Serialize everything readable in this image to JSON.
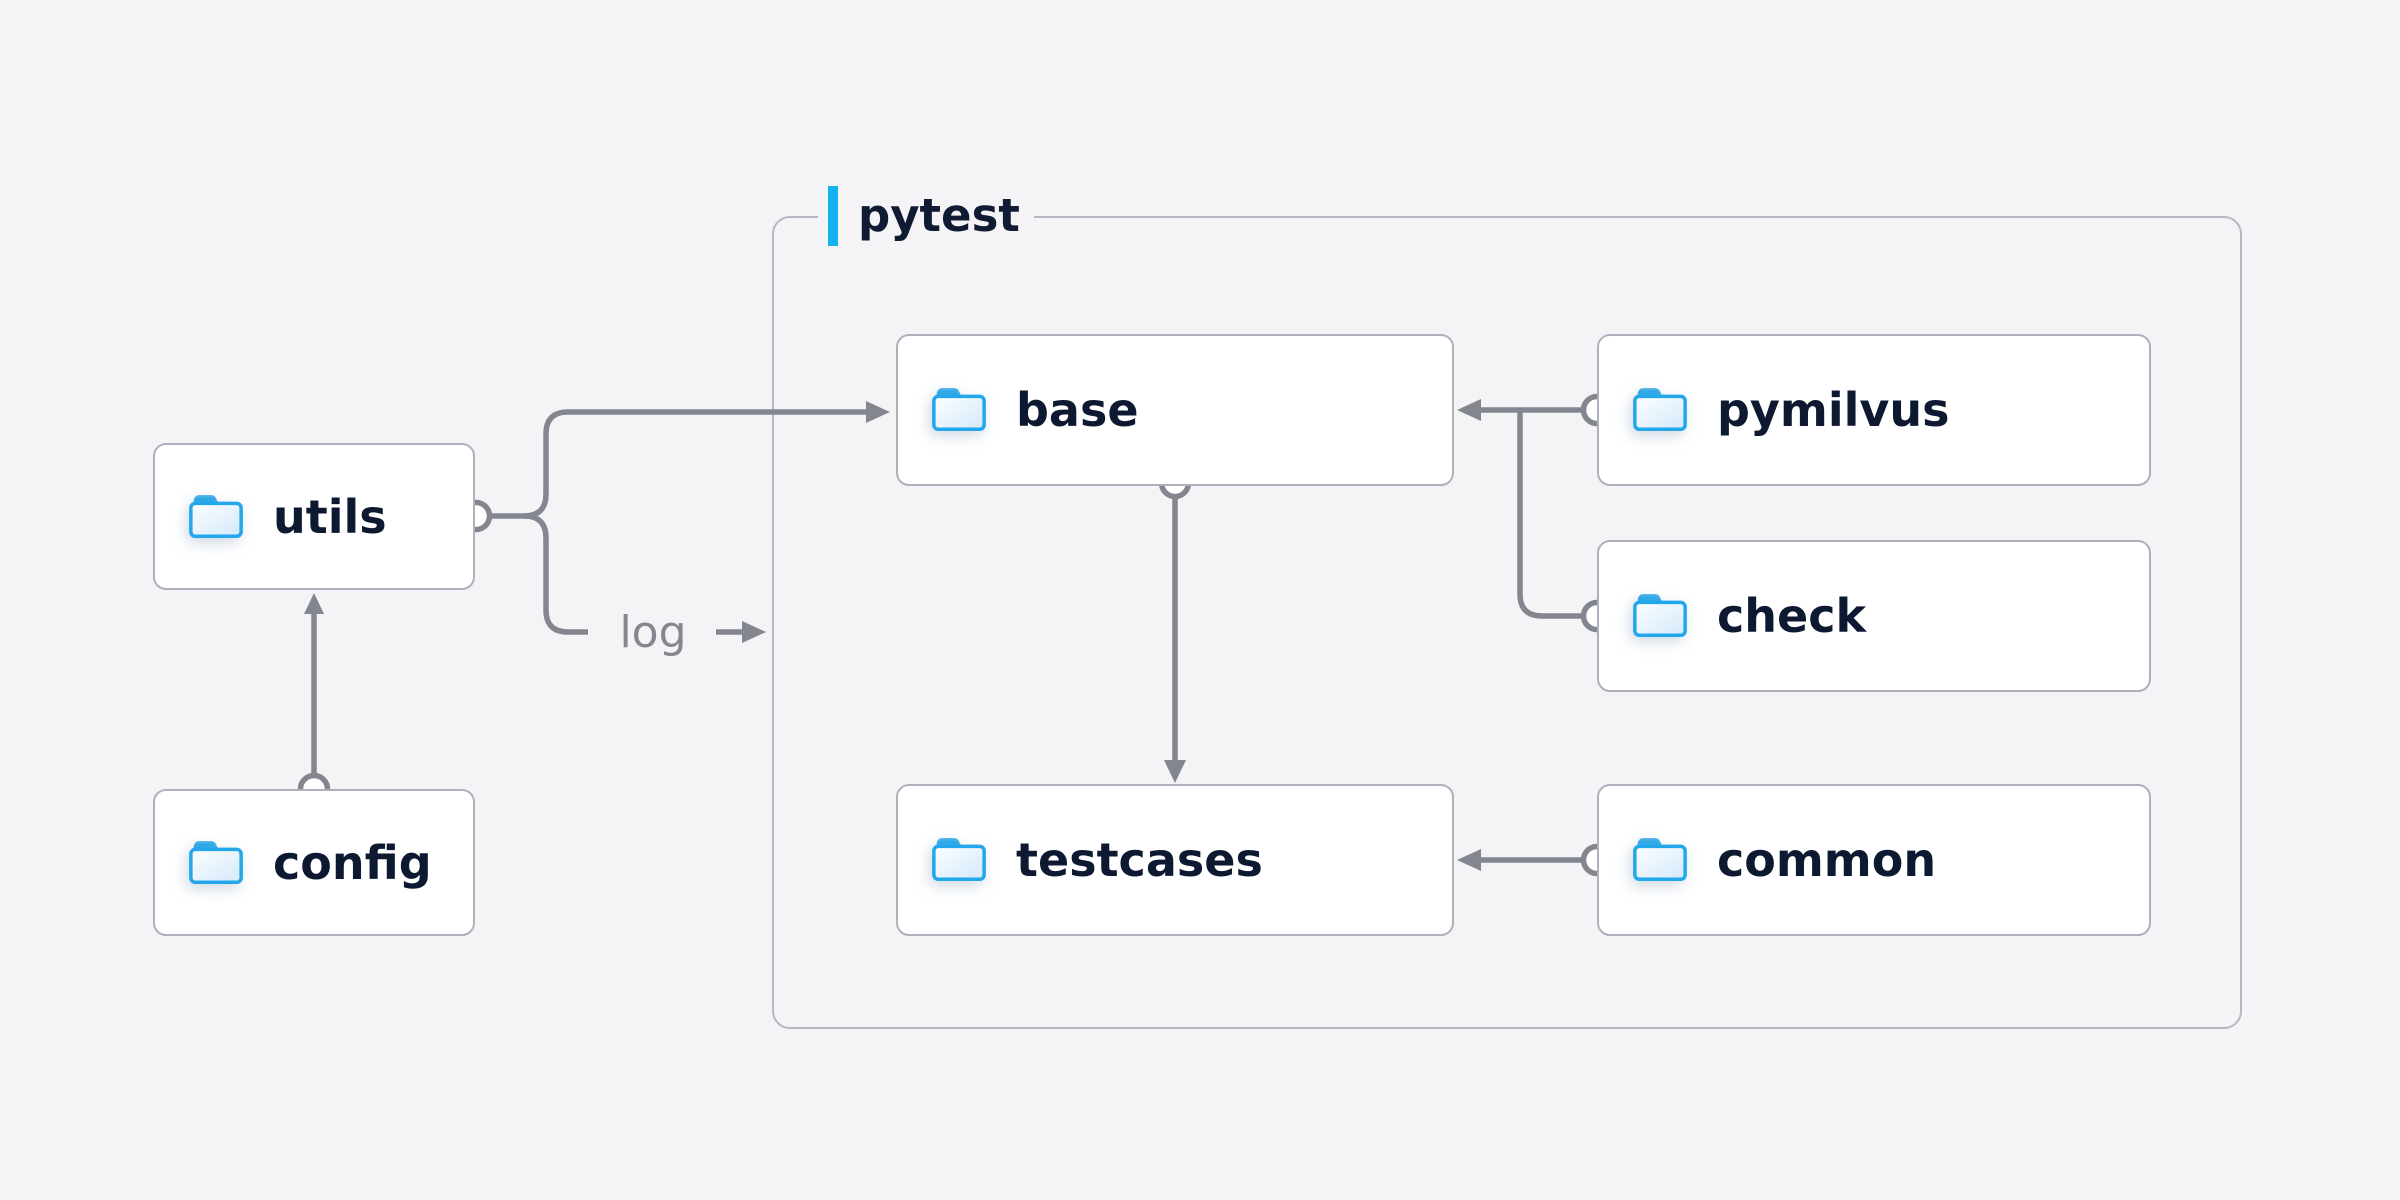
{
  "diagram": {
    "background": "#f4f4f6",
    "colors": {
      "accent_blue": "#15b2f2",
      "line_gray": "#83868f",
      "node_border": "#aeb1bd",
      "group_border": "#b5b8c3",
      "text_dark": "#0d1831",
      "folder_blue": "#22a7ea"
    },
    "container": {
      "label": "pytest"
    },
    "nodes": {
      "utils": {
        "label": "utils"
      },
      "config": {
        "label": "config"
      },
      "base": {
        "label": "base"
      },
      "pymilvus": {
        "label": "pymilvus"
      },
      "check": {
        "label": "check"
      },
      "testcases": {
        "label": "testcases"
      },
      "common": {
        "label": "common"
      }
    },
    "edge_labels": {
      "log": "log"
    },
    "edges": [
      {
        "from": "config",
        "to": "utils"
      },
      {
        "from": "utils",
        "to": "base"
      },
      {
        "from": "utils",
        "to": "log",
        "label": "log"
      },
      {
        "from": "pymilvus",
        "to": "base"
      },
      {
        "from": "check",
        "to": "base"
      },
      {
        "from": "base",
        "to": "testcases"
      },
      {
        "from": "common",
        "to": "testcases"
      }
    ]
  }
}
